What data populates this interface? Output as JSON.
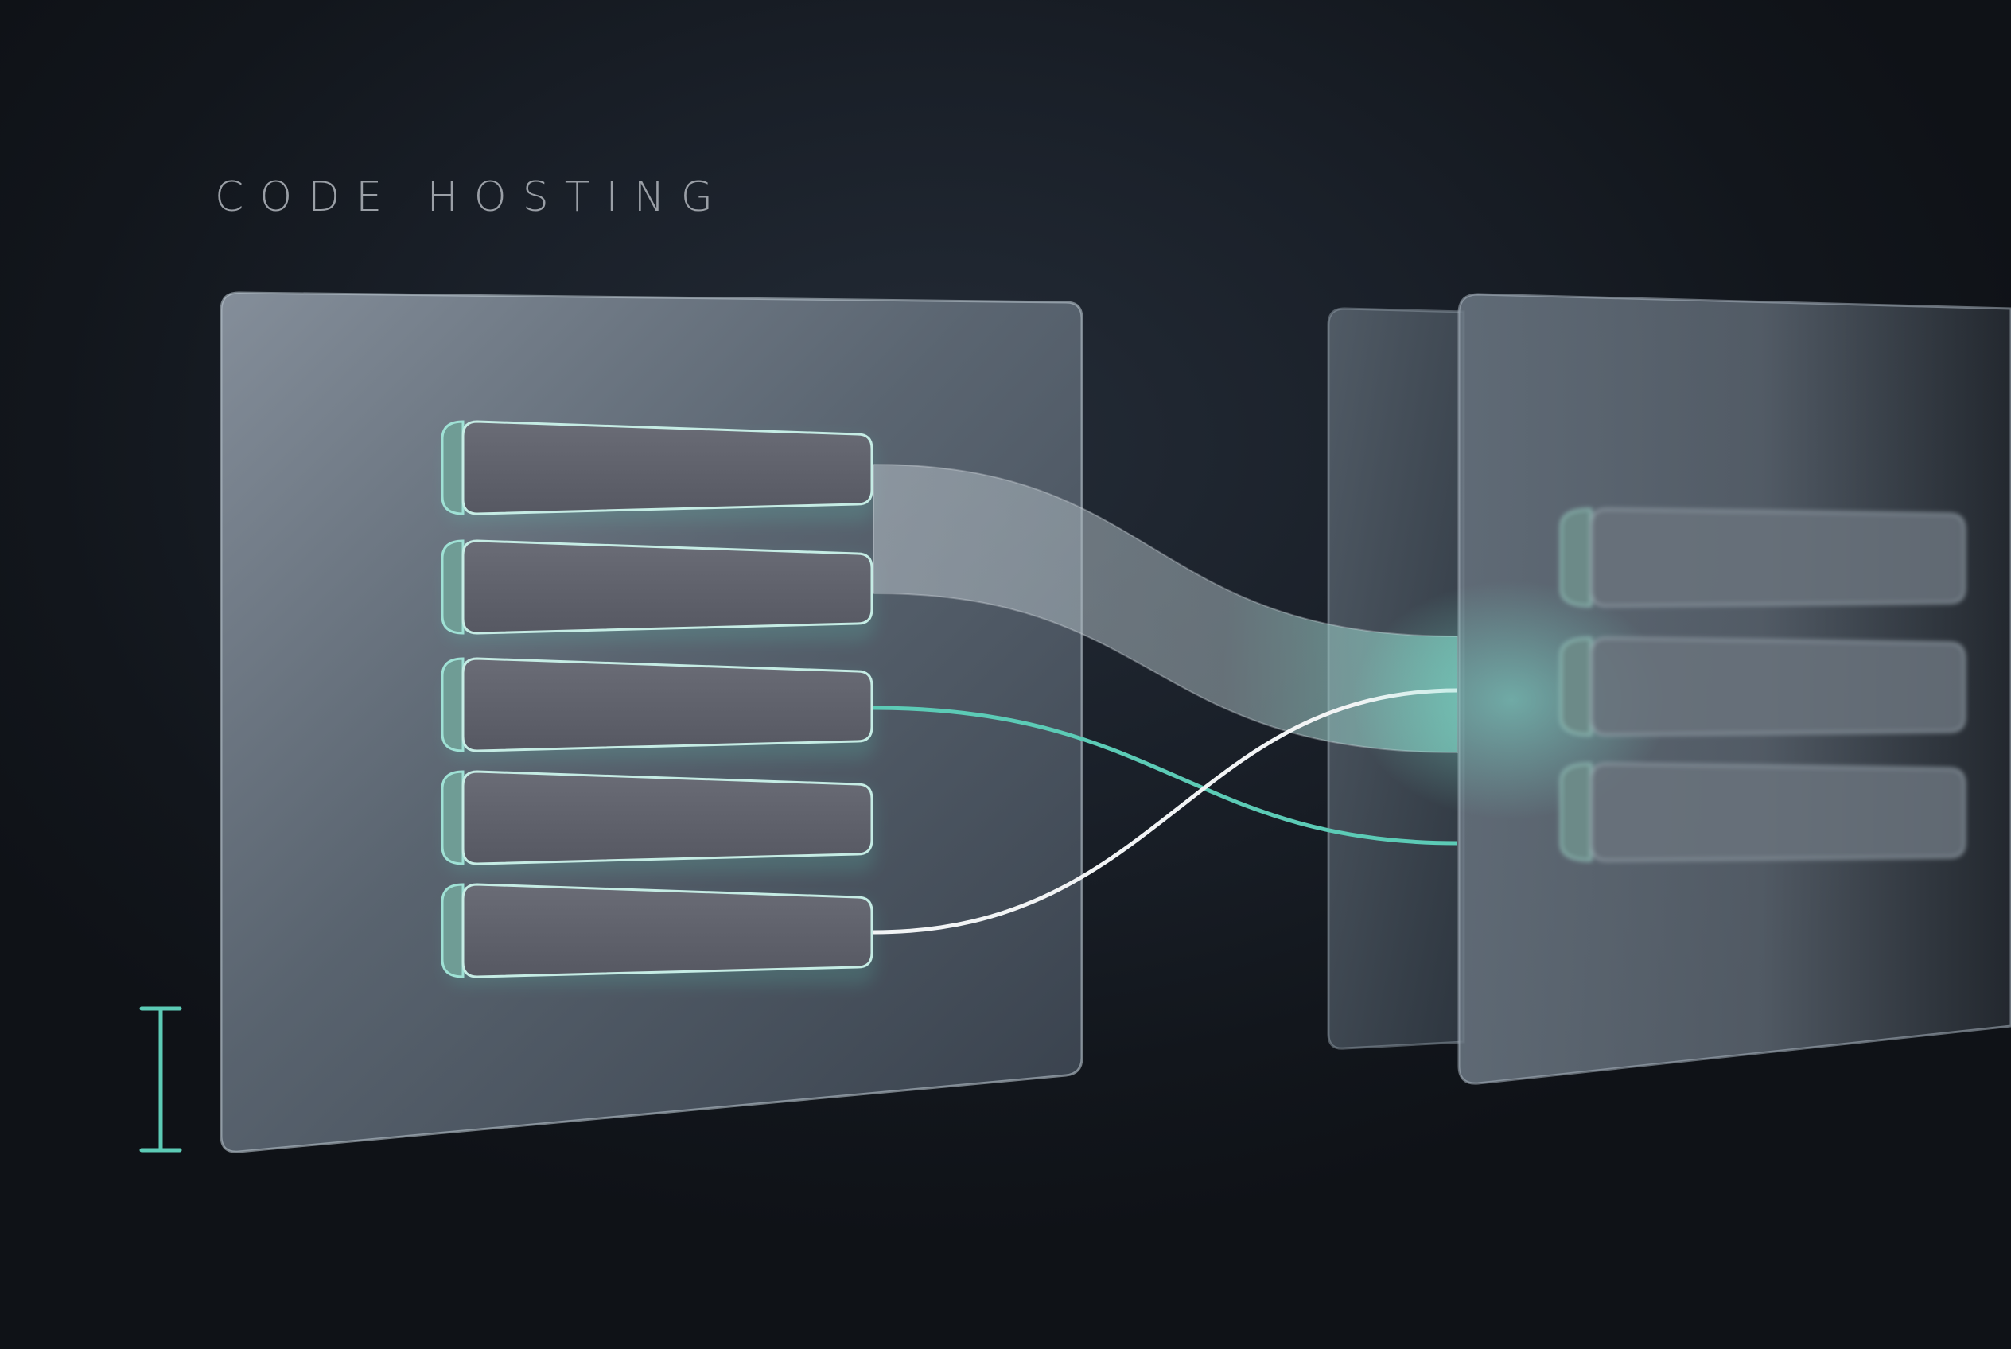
{
  "diagram": {
    "title": "CODE HOSTING",
    "accent_color": "#5ccbb6",
    "link_color_white": "#f2f4f5",
    "panel_color": "#6a7682",
    "source_panel": {
      "bars": 5
    },
    "target_panel": {
      "bars": 3
    },
    "connections": [
      {
        "from": 1,
        "to": 2,
        "style": "band"
      },
      {
        "from": 3,
        "to": 3,
        "style": "accent-line"
      },
      {
        "from": 5,
        "to": 2,
        "style": "white-line"
      }
    ],
    "icons": [
      "text-cursor-icon"
    ]
  }
}
